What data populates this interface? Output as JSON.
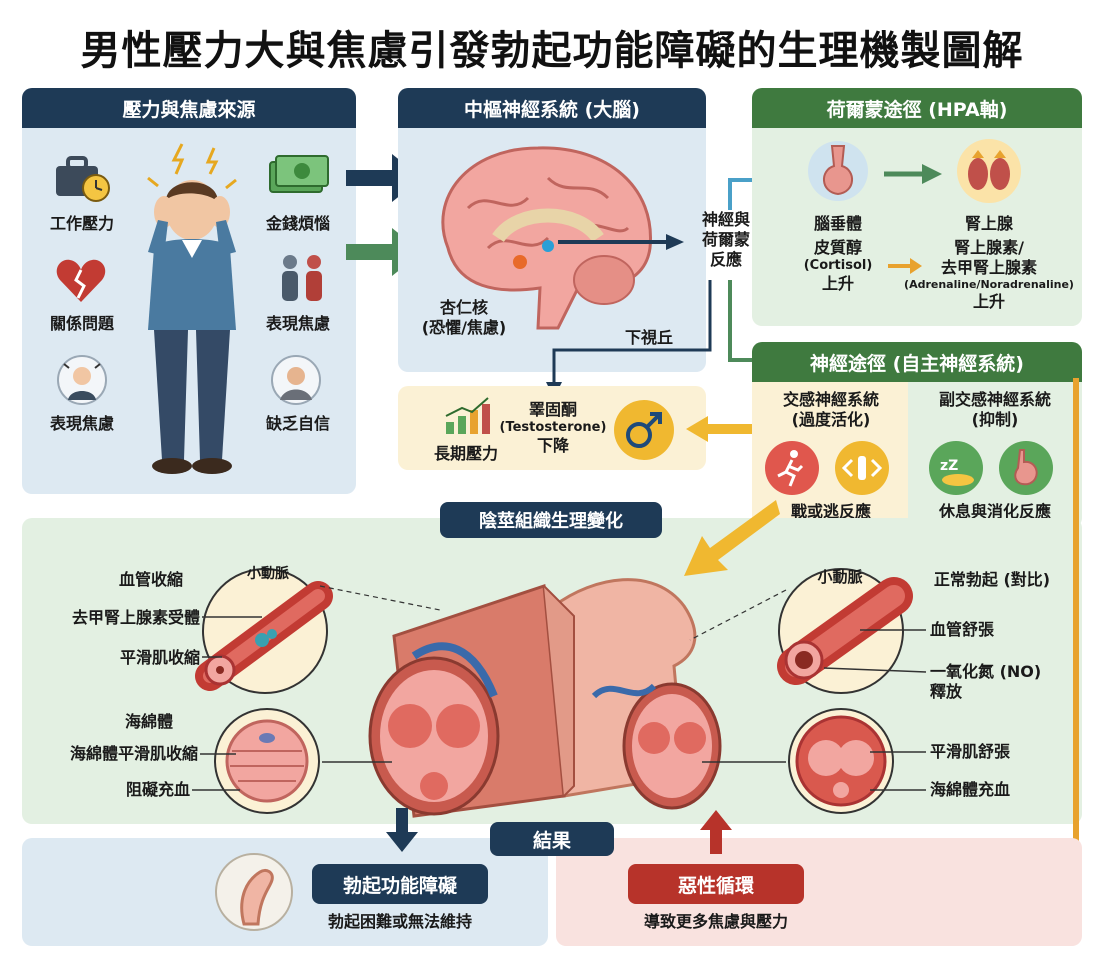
{
  "title": "男性壓力大與焦慮引發勃起功能障礙的生理機製圖解",
  "colors": {
    "navy": "#1e3a56",
    "green": "#3f7a3f",
    "red": "#b7332a",
    "orange": "#e8a22e",
    "lightblue": "#dde9f2",
    "lightgreen": "#e3f0e2",
    "pink": "#f9e2df",
    "cream": "#fbf1d5"
  },
  "stress": {
    "header": "壓力與焦慮來源",
    "items": [
      "工作壓力",
      "金錢煩惱",
      "關係問題",
      "表現焦慮",
      "表現焦慮",
      "缺乏自信"
    ]
  },
  "brain": {
    "header": "中樞神經系統 (大腦)",
    "amygdala": [
      "杏仁核",
      "(恐懼/焦慮)"
    ],
    "hypothalamus": "下視丘",
    "response": [
      "神經與",
      "荷爾蒙",
      "反應"
    ]
  },
  "hpa": {
    "header": "荷爾蒙途徑 (HPA軸)",
    "pituitary": "腦垂體",
    "cortisol": [
      "皮質醇",
      "(Cortisol)",
      "上升"
    ],
    "adrenal": "腎上腺",
    "adrenaline": [
      "腎上腺素/",
      "去甲腎上腺素",
      "(Adrenaline/Noradrenaline)",
      "上升"
    ]
  },
  "testosterone": {
    "chronic": "長期壓力",
    "lines": [
      "睪固酮",
      "(Testosterone)",
      "下降"
    ]
  },
  "nerve": {
    "header": "神經途徑 (自主神經系統)",
    "sympathetic": [
      "交感神經系統",
      "(過度活化)"
    ],
    "fight": "戰或逃反應",
    "parasympathetic": [
      "副交感神經系統",
      "(抑制)"
    ],
    "rest": "休息與消化反應"
  },
  "tissue": {
    "header": "陰莖組織生理變化",
    "left": {
      "vessel_title": "血管收縮",
      "arteriole": "小動脈",
      "receptor": "去甲腎上腺素受體",
      "smooth": "平滑肌收縮",
      "sponge_title": "海綿體",
      "sponge_smooth": "海綿體平滑肌收縮",
      "block": "阻礙充血"
    },
    "right": {
      "arteriole": "小動脈",
      "normal": "正常勃起 (對比)",
      "dilate": "血管舒張",
      "no": [
        "一氧化氮 (NO)",
        "釋放"
      ],
      "relax": "平滑肌舒張",
      "fill": "海綿體充血"
    }
  },
  "result": {
    "label": "結果",
    "ed": "勃起功能障礙",
    "ed_desc": "勃起困難或無法維持",
    "vicious": "惡性循環",
    "vicious_desc": "導致更多焦慮與壓力"
  }
}
